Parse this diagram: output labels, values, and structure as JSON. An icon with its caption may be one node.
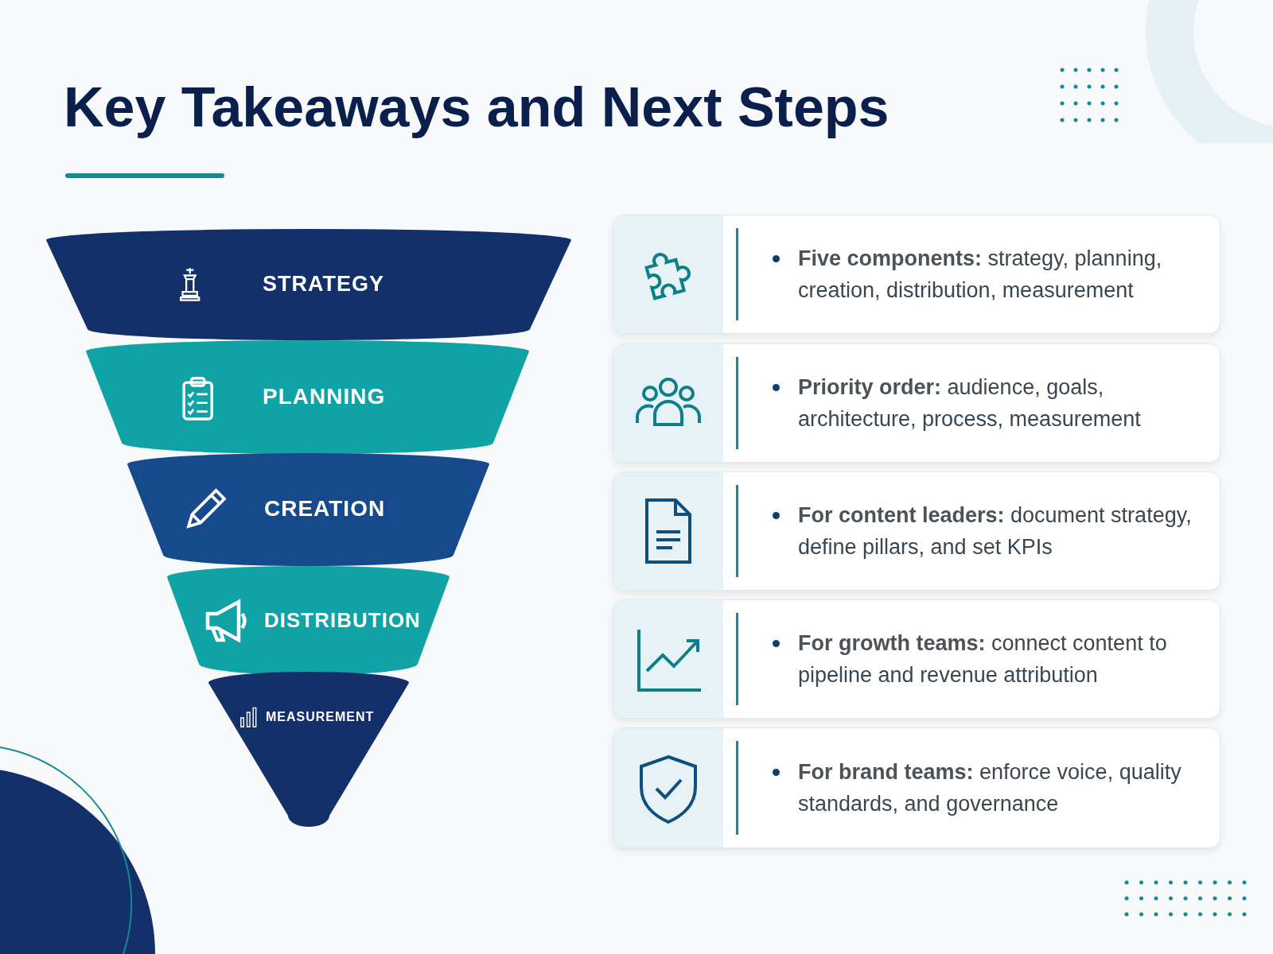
{
  "diagram": {
    "title": "Key Takeaways and Next Steps",
    "nodes": [
      {
        "text": [
          "STRATEGY"
        ]
      },
      {
        "text": [
          "PLANNING"
        ]
      },
      {
        "text": [
          "CREATION"
        ]
      },
      {
        "text": [
          "DISTRIBUTION"
        ]
      },
      {
        "text": [
          "MEASUREMENT"
        ]
      },
      {
        "text": [
          "**Five components:** strategy, planning, creation, distribution, measurement"
        ]
      },
      {
        "text": [
          "**Priority order:** audience, goals, architecture, process, measurement"
        ]
      },
      {
        "text": [
          "**For content leaders:** document strategy, define pillars, and set KPIs"
        ]
      },
      {
        "text": [
          "**For growth teams:** connect content to pipeline and revenue attribution"
        ]
      },
      {
        "text": [
          "**For brand teams:** enforce voice, quality standards, and governance"
        ]
      }
    ]
  }
}
